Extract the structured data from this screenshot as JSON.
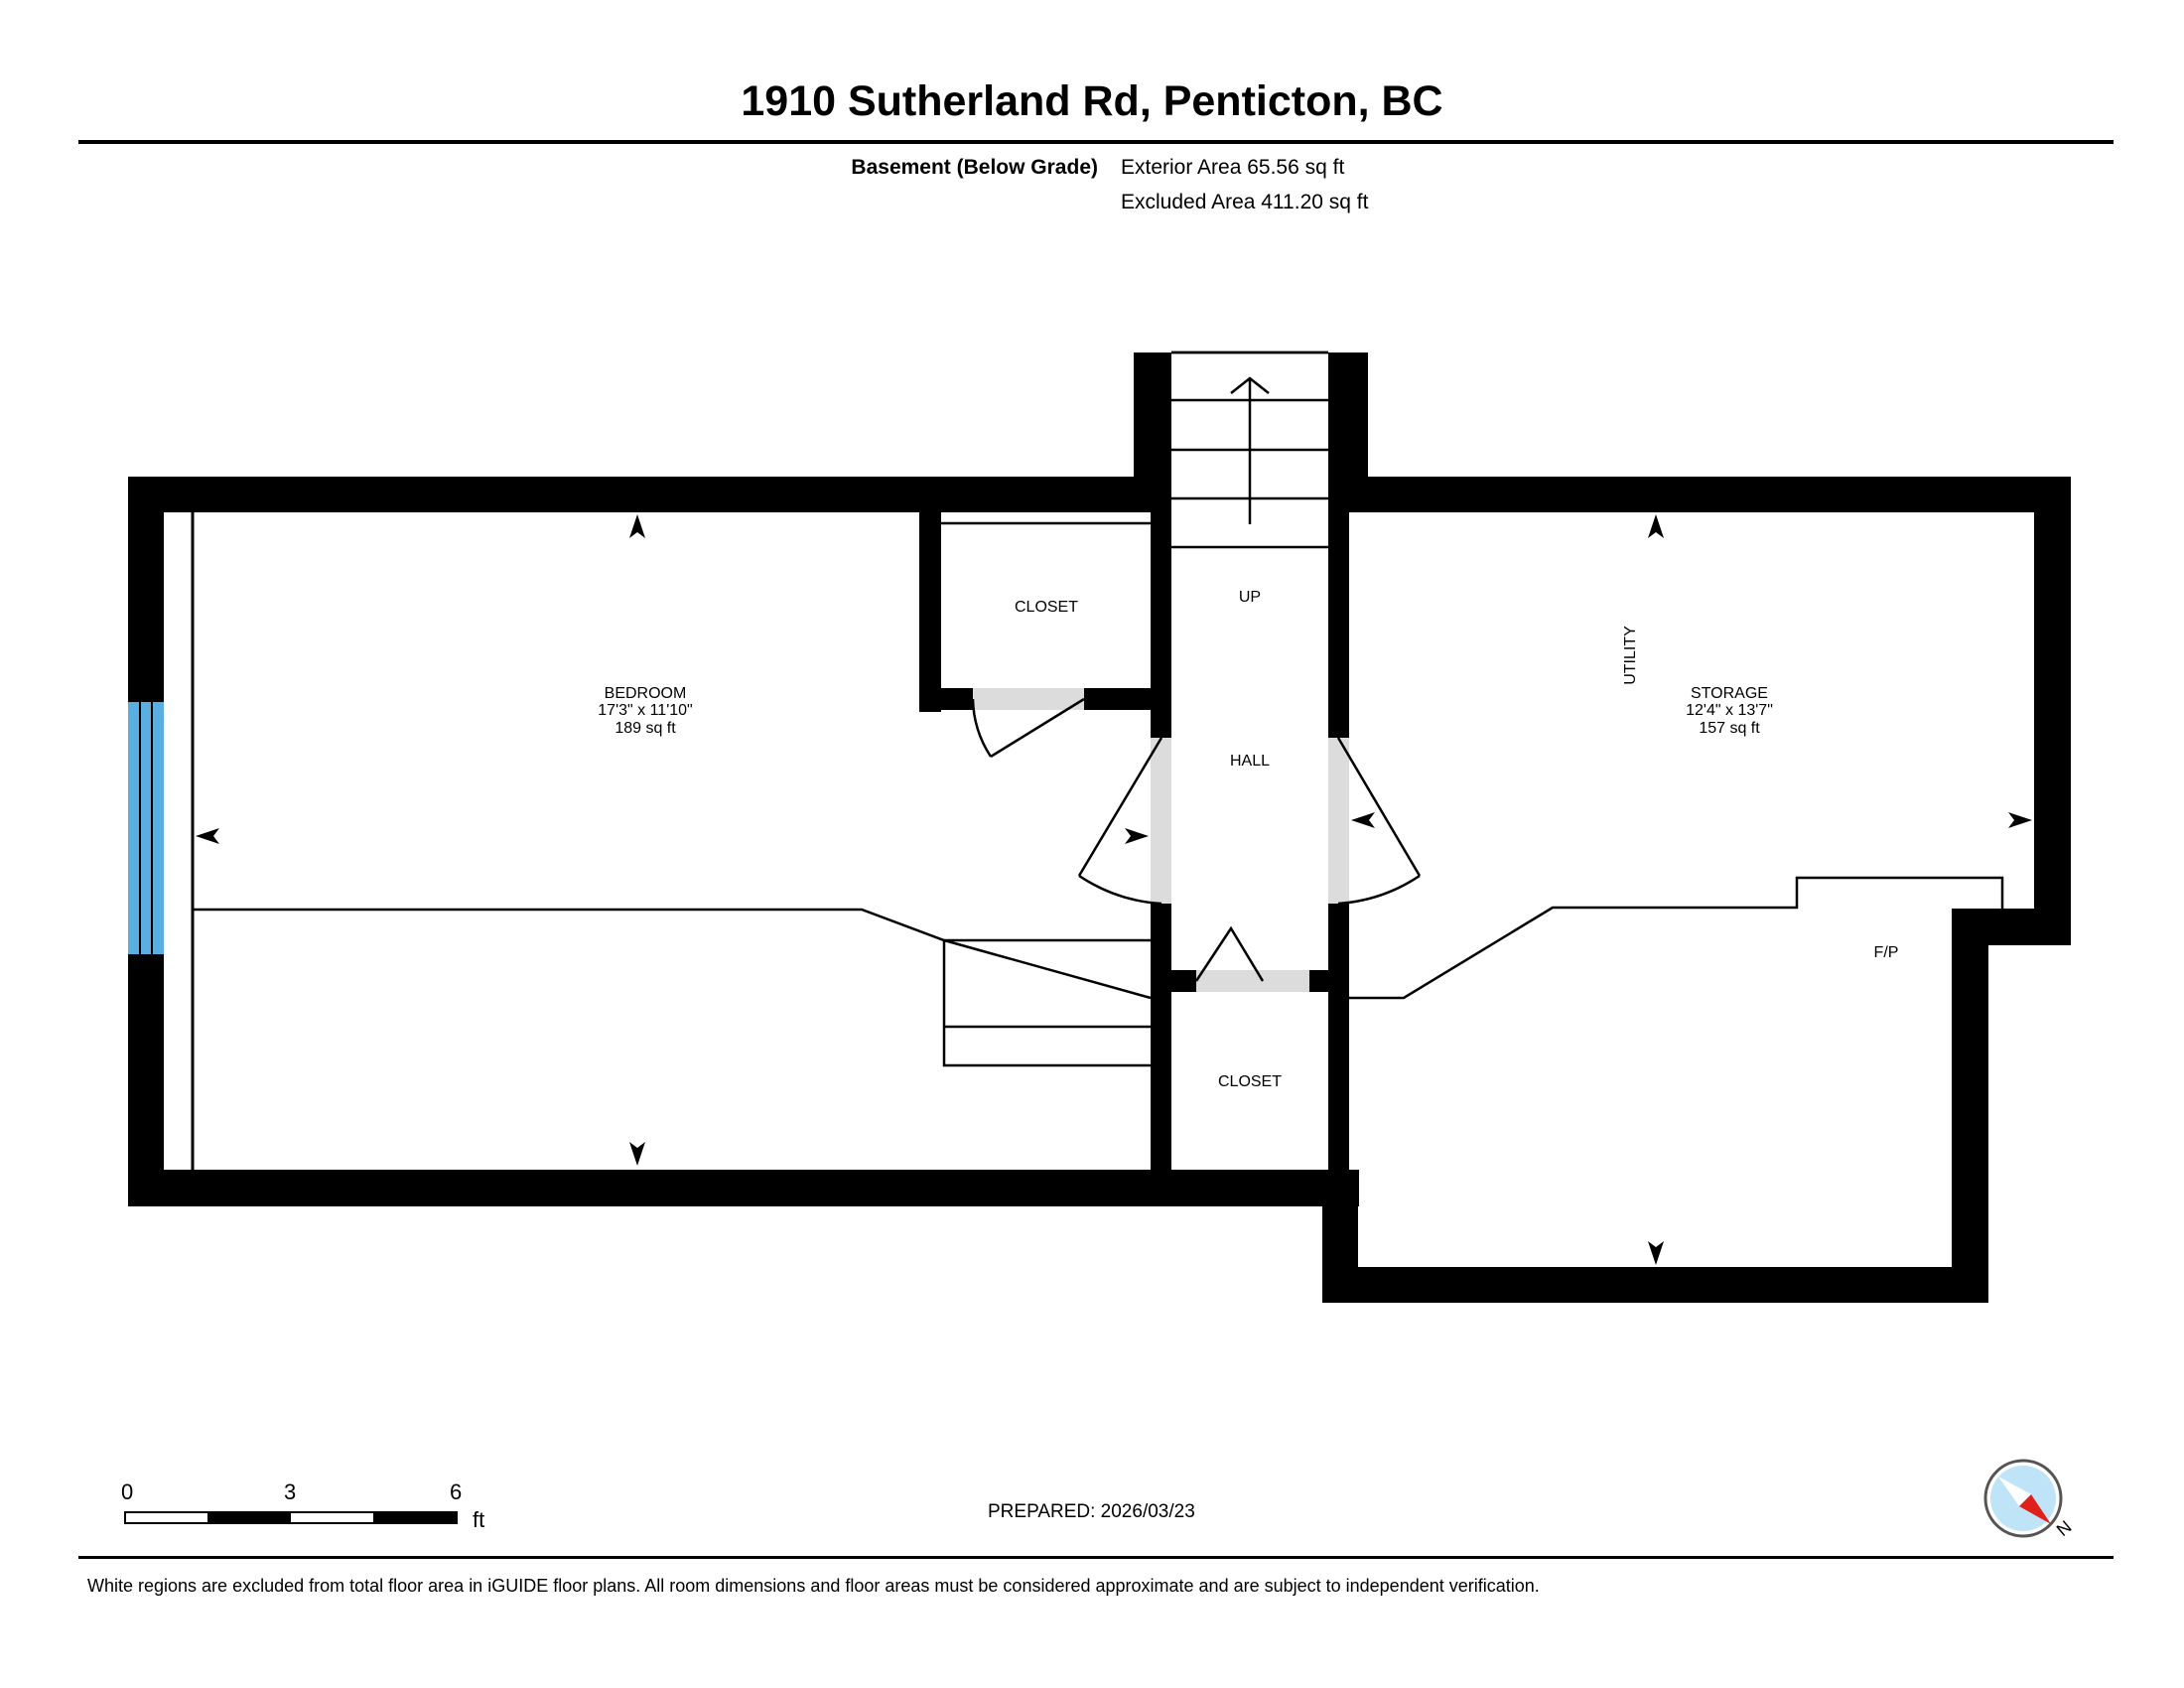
{
  "header": {
    "title": "1910 Sutherland Rd, Penticton, BC",
    "floor_label": "Basement (Below Grade)",
    "exterior_area": "Exterior Area 65.56 sq ft",
    "excluded_area": "Excluded Area 411.20 sq ft"
  },
  "rooms": {
    "bedroom": {
      "name": "BEDROOM",
      "dims": "17'3\" x 11'10\"",
      "area": "189 sq ft"
    },
    "closet_top": {
      "name": "CLOSET"
    },
    "up": {
      "name": "UP"
    },
    "hall": {
      "name": "HALL"
    },
    "closet_bottom": {
      "name": "CLOSET"
    },
    "utility": {
      "name": "UTILITY"
    },
    "storage": {
      "name": "STORAGE",
      "dims": "12'4\" x 13'7\"",
      "area": "157 sq ft"
    },
    "fp": {
      "name": "F/P"
    }
  },
  "scale": {
    "ticks": [
      "0",
      "3",
      "6"
    ],
    "unit": "ft"
  },
  "compass": {
    "icon": "compass-north-icon",
    "label": "N"
  },
  "footer": {
    "prepared": "PREPARED: 2026/03/23",
    "disclaimer": "White regions are excluded from total floor area in iGUIDE floor plans. All room dimensions and floor areas must be considered approximate and are subject to independent verification."
  },
  "colors": {
    "wall": "#000000",
    "window": "#5aaee0",
    "door_threshold": "#dcdcdc",
    "compass_bg": "#bfe3f7",
    "compass_needle": "#e0201b"
  }
}
